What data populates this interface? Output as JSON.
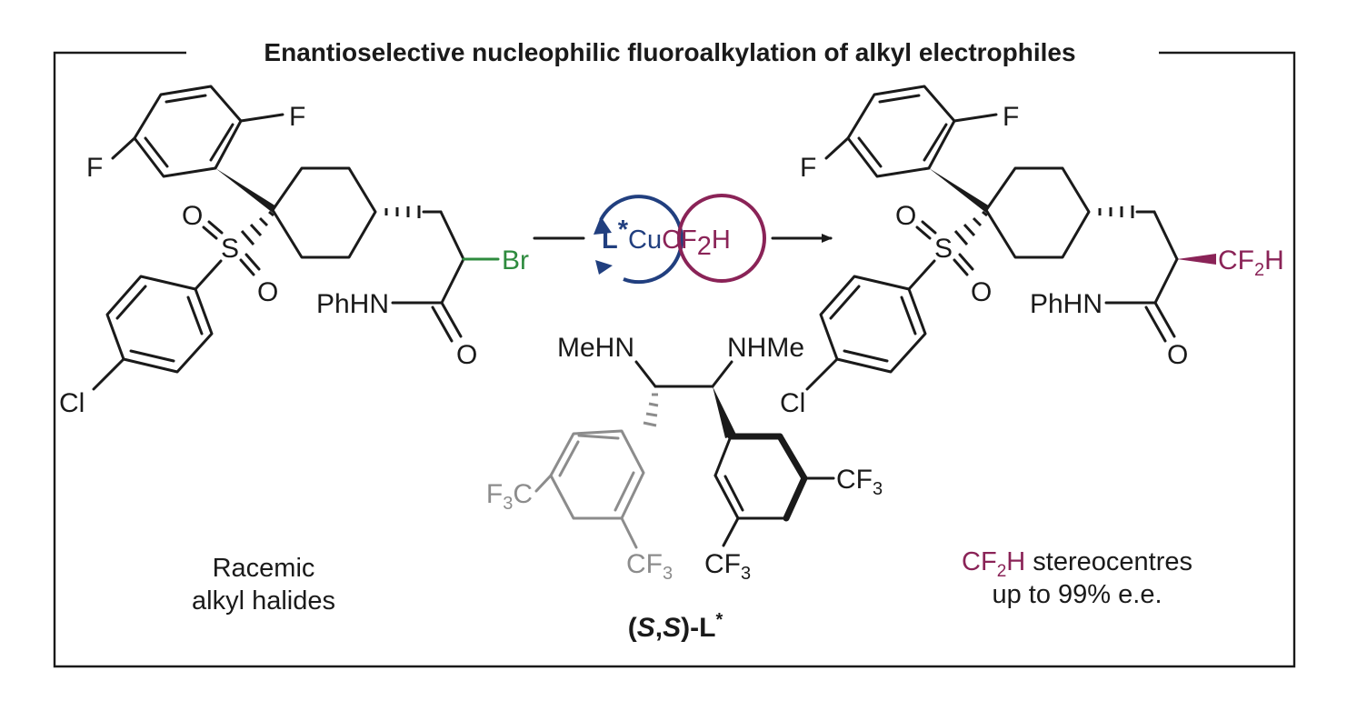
{
  "title": "Enantioselective nucleophilic fluoroalkylation of alkyl electrophiles",
  "colors": {
    "frame": "#1a1a1a",
    "bromine": "#2e8b3e",
    "difluoromethyl": "#8a2357",
    "copper_cycle": "#213f7f",
    "ligand_grey_ring": "#8c8c8c"
  },
  "reactant": {
    "atoms": {
      "f_top": "F",
      "f_left": "F",
      "o_top": "O",
      "s": "S",
      "o_bottom": "O",
      "cl": "Cl",
      "amide_n": "PhHN",
      "amide_o": "O",
      "br": "Br"
    },
    "caption_line1": "Racemic",
    "caption_line2": "alkyl halides"
  },
  "catalyst": {
    "ligand_label": "L",
    "ligand_star": "*",
    "metal": "Cu",
    "group_c": "CF",
    "group_sub": "2",
    "group_h": "H"
  },
  "ligand": {
    "nh_left": "MeHN",
    "nh_right": "NHMe",
    "grey_cf3_left_main": "F",
    "grey_cf3_left_sub": "3",
    "grey_cf3_left_tail": "C",
    "grey_cf3_bottom_main": "CF",
    "grey_cf3_bottom_sub": "3",
    "black_cf3_right_main": "CF",
    "black_cf3_right_sub": "3",
    "black_cf3_bottom_main": "CF",
    "black_cf3_bottom_sub": "3",
    "name_open": "(",
    "name_s1": "S",
    "name_comma": ",",
    "name_s2": "S",
    "name_close": ")-L",
    "name_star": "*"
  },
  "product": {
    "atoms": {
      "f_top": "F",
      "f_left": "F",
      "o_top": "O",
      "s": "S",
      "o_bottom": "O",
      "cl": "Cl",
      "amide_n": "PhHN",
      "amide_o": "O",
      "cf2h_main": "CF",
      "cf2h_sub": "2",
      "cf2h_tail": "H"
    },
    "caption_main": "CF",
    "caption_sub": "2",
    "caption_h": "H",
    "caption_rest": " stereocentres",
    "caption_line2": "up to 99% e.e."
  }
}
